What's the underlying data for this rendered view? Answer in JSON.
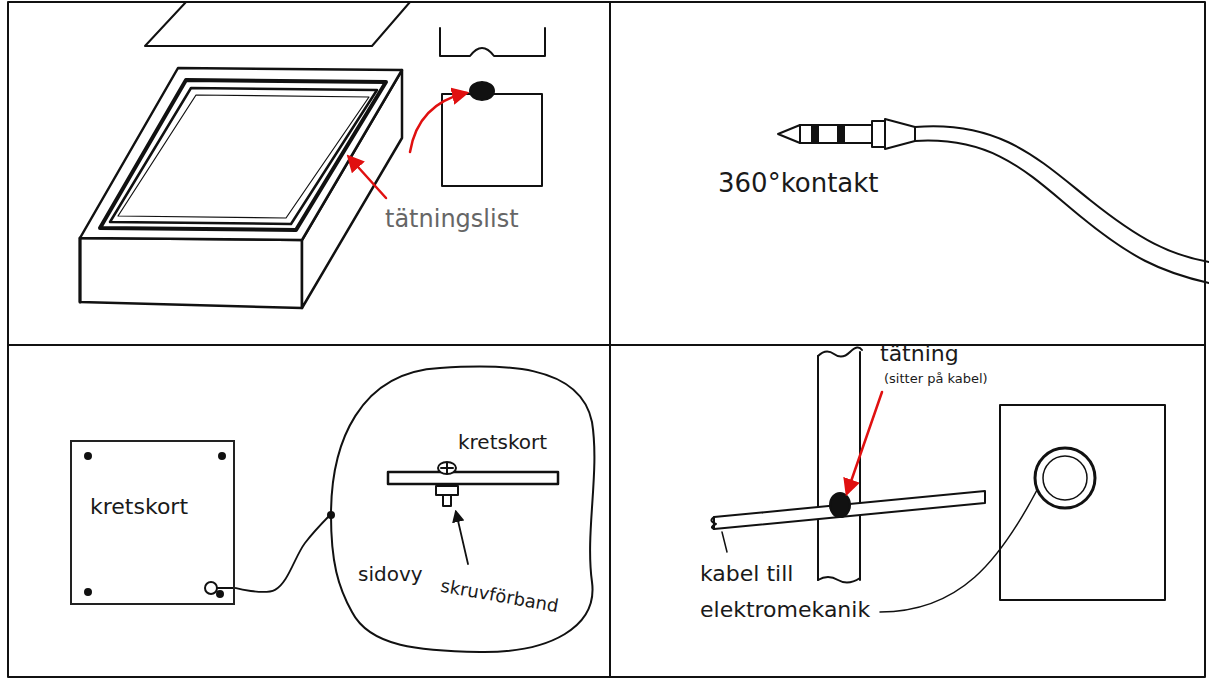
{
  "diagram": {
    "nodes": [
      {
        "text": [
          "kretskort"
        ]
      },
      {
        "text": [
          "kretskort",
          "skruvförband",
          "sidovy"
        ]
      }
    ],
    "edges": [
      {
        "from": 0,
        "to": 1,
        "arrow": "none"
      }
    ],
    "labels": [
      "tätningslist",
      "360°kontakt",
      "tätning",
      "(sitter på kabel)",
      "kabel till elektromekanik"
    ]
  }
}
